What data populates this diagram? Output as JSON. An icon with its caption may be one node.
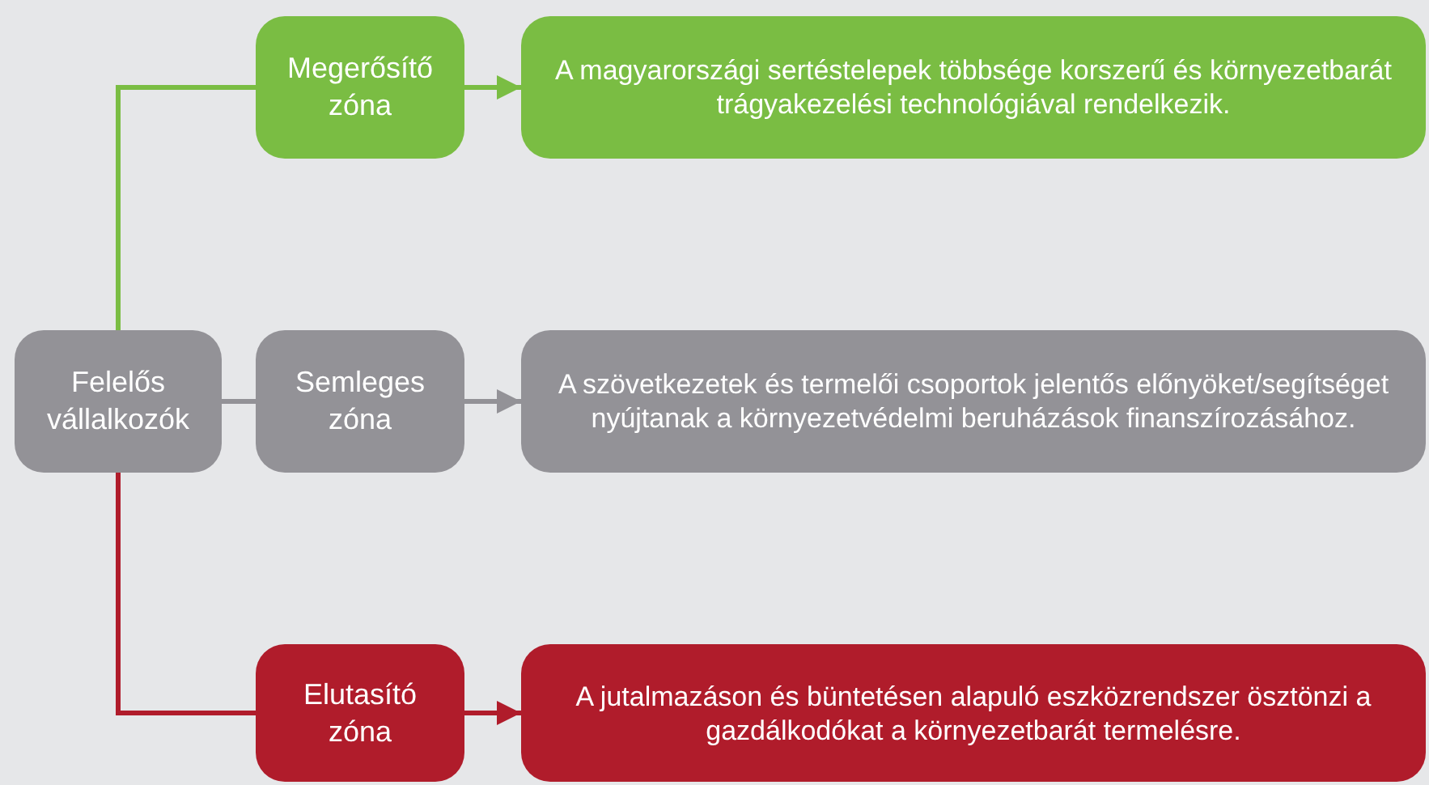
{
  "diagram": {
    "nodes": [
      {
        "text": [
          "Felelős vállalkozók"
        ]
      },
      {
        "text": [
          "Megerősítő zóna"
        ]
      },
      {
        "text": [
          "Semleges zóna"
        ]
      },
      {
        "text": [
          "Elutasító zóna"
        ]
      },
      {
        "text": [
          "A magyarországi sertéstelepek többsége korszerű és környezetbarát trágyakezelési technológiával rendelkezik."
        ]
      },
      {
        "text": [
          "A szövetkezetek és termelői csoportok jelentős előnyöket/segítséget nyújtanak a környezetvédelmi beruházások finanszírozásához."
        ]
      },
      {
        "text": [
          "A jutalmazáson és büntetésen alapuló eszközrendszer ösztönzi a gazdálkodókat a környezetbarát termelésre."
        ]
      }
    ],
    "edges": [
      {
        "from": 0,
        "to": 1,
        "arrow": "none",
        "color": "#7abd43"
      },
      {
        "from": 0,
        "to": 2,
        "arrow": "none",
        "color": "#939297"
      },
      {
        "from": 0,
        "to": 3,
        "arrow": "none",
        "color": "#b01c2b"
      },
      {
        "from": 1,
        "to": 4,
        "arrow": "to",
        "color": "#7abd43"
      },
      {
        "from": 2,
        "to": 5,
        "arrow": "to",
        "color": "#939297"
      },
      {
        "from": 3,
        "to": 6,
        "arrow": "to",
        "color": "#b01c2b"
      }
    ]
  }
}
